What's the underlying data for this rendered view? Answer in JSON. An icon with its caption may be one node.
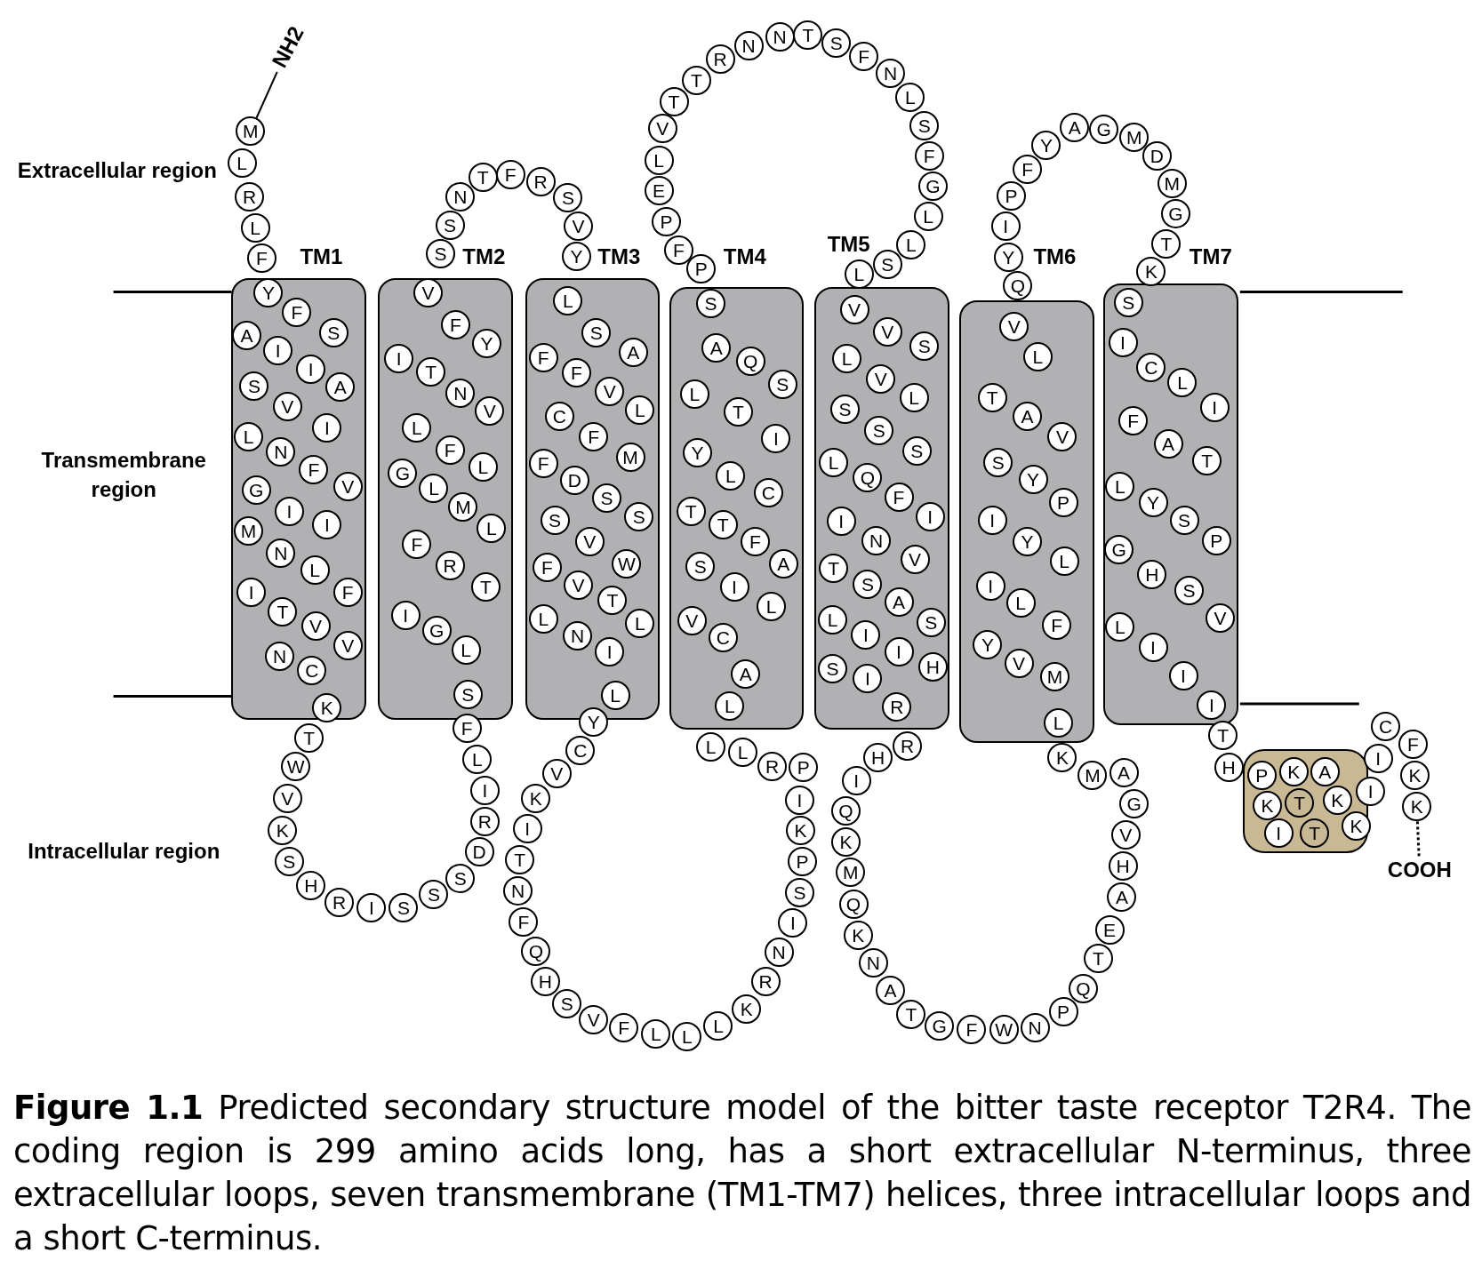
{
  "diagram": {
    "caption": "**Figure 1.1** Predicted secondary structure model of the bitter taste receptor T2R4. The coding region is 299 amino acids long, has a short extracellular N-terminus, three extracellular loops, seven transmembrane (TM1-TM7) helices, three intracellular loops and a short C-terminus.",
    "nodes": [
      {
        "text": [
          "NH2"
        ]
      },
      {
        "text": [
          "M"
        ]
      },
      {
        "text": [
          "L"
        ]
      },
      {
        "text": [
          "R"
        ]
      },
      {
        "text": [
          "L"
        ]
      },
      {
        "text": [
          "F"
        ]
      },
      {
        "text": [
          "TM1"
        ]
      },
      {
        "text": [
          "Y"
        ],
        "in": 6
      },
      {
        "text": [
          "F"
        ],
        "in": 6
      },
      {
        "text": [
          "S"
        ],
        "in": 6
      },
      {
        "text": [
          "A"
        ],
        "in": 6
      },
      {
        "text": [
          "I"
        ],
        "in": 6
      },
      {
        "text": [
          "I"
        ],
        "in": 6
      },
      {
        "text": [
          "A"
        ],
        "in": 6
      },
      {
        "text": [
          "S"
        ],
        "in": 6
      },
      {
        "text": [
          "V"
        ],
        "in": 6
      },
      {
        "text": [
          "I"
        ],
        "in": 6
      },
      {
        "text": [
          "L"
        ],
        "in": 6
      },
      {
        "text": [
          "N"
        ],
        "in": 6
      },
      {
        "text": [
          "F"
        ],
        "in": 6
      },
      {
        "text": [
          "V"
        ],
        "in": 6
      },
      {
        "text": [
          "G"
        ],
        "in": 6
      },
      {
        "text": [
          "I"
        ],
        "in": 6
      },
      {
        "text": [
          "I"
        ],
        "in": 6
      },
      {
        "text": [
          "M"
        ],
        "in": 6
      },
      {
        "text": [
          "N"
        ],
        "in": 6
      },
      {
        "text": [
          "L"
        ],
        "in": 6
      },
      {
        "text": [
          "F"
        ],
        "in": 6
      },
      {
        "text": [
          "I"
        ],
        "in": 6
      },
      {
        "text": [
          "T"
        ],
        "in": 6
      },
      {
        "text": [
          "V"
        ],
        "in": 6
      },
      {
        "text": [
          "V"
        ],
        "in": 6
      },
      {
        "text": [
          "N"
        ],
        "in": 6
      },
      {
        "text": [
          "C"
        ],
        "in": 6
      },
      {
        "text": [
          "K"
        ],
        "in": 6
      },
      {
        "text": [
          "T"
        ]
      },
      {
        "text": [
          "W"
        ]
      },
      {
        "text": [
          "V"
        ]
      },
      {
        "text": [
          "K"
        ]
      },
      {
        "text": [
          "S"
        ]
      },
      {
        "text": [
          "H"
        ]
      },
      {
        "text": [
          "R"
        ]
      },
      {
        "text": [
          "I"
        ]
      },
      {
        "text": [
          "S"
        ]
      },
      {
        "text": [
          "S"
        ]
      },
      {
        "text": [
          "S"
        ]
      },
      {
        "text": [
          "D"
        ]
      },
      {
        "text": [
          "R"
        ]
      },
      {
        "text": [
          "I"
        ]
      },
      {
        "text": [
          "L"
        ]
      },
      {
        "text": [
          "F"
        ]
      },
      {
        "text": [
          "TM2"
        ]
      },
      {
        "text": [
          "S"
        ],
        "in": 51
      },
      {
        "text": [
          "L"
        ],
        "in": 51
      },
      {
        "text": [
          "G"
        ],
        "in": 51
      },
      {
        "text": [
          "I"
        ],
        "in": 51
      },
      {
        "text": [
          "T"
        ],
        "in": 51
      },
      {
        "text": [
          "R"
        ],
        "in": 51
      },
      {
        "text": [
          "F"
        ],
        "in": 51
      },
      {
        "text": [
          "L"
        ],
        "in": 51
      },
      {
        "text": [
          "M"
        ],
        "in": 51
      },
      {
        "text": [
          "L"
        ],
        "in": 51
      },
      {
        "text": [
          "G"
        ],
        "in": 51
      },
      {
        "text": [
          "L"
        ],
        "in": 51
      },
      {
        "text": [
          "F"
        ],
        "in": 51
      },
      {
        "text": [
          "L"
        ],
        "in": 51
      },
      {
        "text": [
          "V"
        ],
        "in": 51
      },
      {
        "text": [
          "N"
        ],
        "in": 51
      },
      {
        "text": [
          "T"
        ],
        "in": 51
      },
      {
        "text": [
          "I"
        ],
        "in": 51
      },
      {
        "text": [
          "Y"
        ],
        "in": 51
      },
      {
        "text": [
          "F"
        ],
        "in": 51
      },
      {
        "text": [
          "V"
        ],
        "in": 51
      },
      {
        "text": [
          "S"
        ]
      },
      {
        "text": [
          "S"
        ]
      },
      {
        "text": [
          "N"
        ]
      },
      {
        "text": [
          "T"
        ]
      },
      {
        "text": [
          "F"
        ]
      },
      {
        "text": [
          "R"
        ]
      },
      {
        "text": [
          "S"
        ]
      },
      {
        "text": [
          "V"
        ]
      },
      {
        "text": [
          "Y"
        ]
      },
      {
        "text": [
          "TM3"
        ]
      },
      {
        "text": [
          "L"
        ],
        "in": 82
      },
      {
        "text": [
          "S"
        ],
        "in": 82
      },
      {
        "text": [
          "A"
        ],
        "in": 82
      },
      {
        "text": [
          "F"
        ],
        "in": 82
      },
      {
        "text": [
          "F"
        ],
        "in": 82
      },
      {
        "text": [
          "V"
        ],
        "in": 82
      },
      {
        "text": [
          "L"
        ],
        "in": 82
      },
      {
        "text": [
          "C"
        ],
        "in": 82
      },
      {
        "text": [
          "F"
        ],
        "in": 82
      },
      {
        "text": [
          "M"
        ],
        "in": 82
      },
      {
        "text": [
          "F"
        ],
        "in": 82
      },
      {
        "text": [
          "D"
        ],
        "in": 82
      },
      {
        "text": [
          "S"
        ],
        "in": 82
      },
      {
        "text": [
          "S"
        ],
        "in": 82
      },
      {
        "text": [
          "S"
        ],
        "in": 82
      },
      {
        "text": [
          "V"
        ],
        "in": 82
      },
      {
        "text": [
          "W"
        ],
        "in": 82
      },
      {
        "text": [
          "F"
        ],
        "in": 82
      },
      {
        "text": [
          "V"
        ],
        "in": 82
      },
      {
        "text": [
          "T"
        ],
        "in": 82
      },
      {
        "text": [
          "L"
        ],
        "in": 82
      },
      {
        "text": [
          "L"
        ],
        "in": 82
      },
      {
        "text": [
          "N"
        ],
        "in": 82
      },
      {
        "text": [
          "I"
        ],
        "in": 82
      },
      {
        "text": [
          "L"
        ],
        "in": 82
      },
      {
        "text": [
          "Y"
        ]
      },
      {
        "text": [
          "C"
        ]
      },
      {
        "text": [
          "V"
        ]
      },
      {
        "text": [
          "K"
        ]
      },
      {
        "text": [
          "I"
        ]
      },
      {
        "text": [
          "T"
        ]
      },
      {
        "text": [
          "N"
        ]
      },
      {
        "text": [
          "F"
        ]
      },
      {
        "text": [
          "Q"
        ]
      },
      {
        "text": [
          "H"
        ]
      },
      {
        "text": [
          "S"
        ]
      },
      {
        "text": [
          "V"
        ]
      },
      {
        "text": [
          "F"
        ]
      },
      {
        "text": [
          "L"
        ]
      },
      {
        "text": [
          "L"
        ]
      },
      {
        "text": [
          "L"
        ]
      },
      {
        "text": [
          "K"
        ]
      },
      {
        "text": [
          "R"
        ]
      },
      {
        "text": [
          "N"
        ]
      },
      {
        "text": [
          "I"
        ]
      },
      {
        "text": [
          "S"
        ]
      },
      {
        "text": [
          "P"
        ]
      },
      {
        "text": [
          "K"
        ]
      },
      {
        "text": [
          "I"
        ]
      },
      {
        "text": [
          "P"
        ]
      },
      {
        "text": [
          "R"
        ]
      },
      {
        "text": [
          "L"
        ]
      },
      {
        "text": [
          "L"
        ]
      },
      {
        "text": [
          "TM4"
        ]
      },
      {
        "text": [
          "L"
        ],
        "in": 136
      },
      {
        "text": [
          "A"
        ],
        "in": 136
      },
      {
        "text": [
          "C"
        ],
        "in": 136
      },
      {
        "text": [
          "V"
        ],
        "in": 136
      },
      {
        "text": [
          "L"
        ],
        "in": 136
      },
      {
        "text": [
          "I"
        ],
        "in": 136
      },
      {
        "text": [
          "S"
        ],
        "in": 136
      },
      {
        "text": [
          "A"
        ],
        "in": 136
      },
      {
        "text": [
          "F"
        ],
        "in": 136
      },
      {
        "text": [
          "T"
        ],
        "in": 136
      },
      {
        "text": [
          "T"
        ],
        "in": 136
      },
      {
        "text": [
          "C"
        ],
        "in": 136
      },
      {
        "text": [
          "L"
        ],
        "in": 136
      },
      {
        "text": [
          "Y"
        ],
        "in": 136
      },
      {
        "text": [
          "I"
        ],
        "in": 136
      },
      {
        "text": [
          "T"
        ],
        "in": 136
      },
      {
        "text": [
          "L"
        ],
        "in": 136
      },
      {
        "text": [
          "S"
        ],
        "in": 136
      },
      {
        "text": [
          "Q"
        ],
        "in": 136
      },
      {
        "text": [
          "A"
        ],
        "in": 136
      },
      {
        "text": [
          "S"
        ],
        "in": 136
      },
      {
        "text": [
          "P"
        ]
      },
      {
        "text": [
          "F"
        ]
      },
      {
        "text": [
          "P"
        ]
      },
      {
        "text": [
          "E"
        ]
      },
      {
        "text": [
          "L"
        ]
      },
      {
        "text": [
          "V"
        ]
      },
      {
        "text": [
          "T"
        ]
      },
      {
        "text": [
          "T"
        ]
      },
      {
        "text": [
          "R"
        ]
      },
      {
        "text": [
          "N"
        ]
      },
      {
        "text": [
          "N"
        ]
      },
      {
        "text": [
          "T"
        ]
      },
      {
        "text": [
          "S"
        ]
      },
      {
        "text": [
          "F"
        ]
      },
      {
        "text": [
          "N"
        ]
      },
      {
        "text": [
          "L"
        ]
      },
      {
        "text": [
          "S"
        ]
      },
      {
        "text": [
          "F"
        ]
      },
      {
        "text": [
          "G"
        ]
      },
      {
        "text": [
          "L"
        ]
      },
      {
        "text": [
          "L"
        ]
      },
      {
        "text": [
          "S"
        ]
      },
      {
        "text": [
          "L"
        ]
      },
      {
        "text": [
          "TM5"
        ]
      },
      {
        "text": [
          "V"
        ],
        "in": 181
      },
      {
        "text": [
          "V"
        ],
        "in": 181
      },
      {
        "text": [
          "S"
        ],
        "in": 181
      },
      {
        "text": [
          "L"
        ],
        "in": 181
      },
      {
        "text": [
          "V"
        ],
        "in": 181
      },
      {
        "text": [
          "L"
        ],
        "in": 181
      },
      {
        "text": [
          "S"
        ],
        "in": 181
      },
      {
        "text": [
          "S"
        ],
        "in": 181
      },
      {
        "text": [
          "S"
        ],
        "in": 181
      },
      {
        "text": [
          "L"
        ],
        "in": 181
      },
      {
        "text": [
          "Q"
        ],
        "in": 181
      },
      {
        "text": [
          "F"
        ],
        "in": 181
      },
      {
        "text": [
          "I"
        ],
        "in": 181
      },
      {
        "text": [
          "I"
        ],
        "in": 181
      },
      {
        "text": [
          "N"
        ],
        "in": 181
      },
      {
        "text": [
          "V"
        ],
        "in": 181
      },
      {
        "text": [
          "T"
        ],
        "in": 181
      },
      {
        "text": [
          "S"
        ],
        "in": 181
      },
      {
        "text": [
          "A"
        ],
        "in": 181
      },
      {
        "text": [
          "S"
        ],
        "in": 181
      },
      {
        "text": [
          "L"
        ],
        "in": 181
      },
      {
        "text": [
          "I"
        ],
        "in": 181
      },
      {
        "text": [
          "I"
        ],
        "in": 181
      },
      {
        "text": [
          "H"
        ],
        "in": 181
      },
      {
        "text": [
          "S"
        ],
        "in": 181
      },
      {
        "text": [
          "I"
        ],
        "in": 181
      },
      {
        "text": [
          "R"
        ],
        "in": 181
      },
      {
        "text": [
          "R"
        ]
      },
      {
        "text": [
          "H"
        ]
      },
      {
        "text": [
          "I"
        ]
      },
      {
        "text": [
          "Q"
        ]
      },
      {
        "text": [
          "K"
        ]
      },
      {
        "text": [
          "M"
        ]
      },
      {
        "text": [
          "Q"
        ]
      },
      {
        "text": [
          "K"
        ]
      },
      {
        "text": [
          "N"
        ]
      },
      {
        "text": [
          "A"
        ]
      },
      {
        "text": [
          "T"
        ]
      },
      {
        "text": [
          "G"
        ]
      },
      {
        "text": [
          "F"
        ]
      },
      {
        "text": [
          "W"
        ]
      },
      {
        "text": [
          "N"
        ]
      },
      {
        "text": [
          "P"
        ]
      },
      {
        "text": [
          "Q"
        ]
      },
      {
        "text": [
          "T"
        ]
      },
      {
        "text": [
          "E"
        ]
      },
      {
        "text": [
          "A"
        ]
      },
      {
        "text": [
          "H"
        ]
      },
      {
        "text": [
          "V"
        ]
      },
      {
        "text": [
          "G"
        ]
      },
      {
        "text": [
          "A"
        ]
      },
      {
        "text": [
          "M"
        ]
      },
      {
        "text": [
          "K"
        ]
      },
      {
        "text": [
          "TM6"
        ]
      },
      {
        "text": [
          "L"
        ],
        "in": 235
      },
      {
        "text": [
          "M"
        ],
        "in": 235
      },
      {
        "text": [
          "V"
        ],
        "in": 235
      },
      {
        "text": [
          "Y"
        ],
        "in": 235
      },
      {
        "text": [
          "F"
        ],
        "in": 235
      },
      {
        "text": [
          "L"
        ],
        "in": 235
      },
      {
        "text": [
          "I"
        ],
        "in": 235
      },
      {
        "text": [
          "L"
        ],
        "in": 235
      },
      {
        "text": [
          "Y"
        ],
        "in": 235
      },
      {
        "text": [
          "I"
        ],
        "in": 235
      },
      {
        "text": [
          "P"
        ],
        "in": 235
      },
      {
        "text": [
          "Y"
        ],
        "in": 235
      },
      {
        "text": [
          "S"
        ],
        "in": 235
      },
      {
        "text": [
          "V"
        ],
        "in": 235
      },
      {
        "text": [
          "A"
        ],
        "in": 235
      },
      {
        "text": [
          "T"
        ],
        "in": 235
      },
      {
        "text": [
          "L"
        ],
        "in": 235
      },
      {
        "text": [
          "V"
        ],
        "in": 235
      },
      {
        "text": [
          "Q"
        ]
      },
      {
        "text": [
          "Y"
        ]
      },
      {
        "text": [
          "I"
        ]
      },
      {
        "text": [
          "P"
        ]
      },
      {
        "text": [
          "F"
        ]
      },
      {
        "text": [
          "Y"
        ]
      },
      {
        "text": [
          "A"
        ]
      },
      {
        "text": [
          "G"
        ]
      },
      {
        "text": [
          "M"
        ]
      },
      {
        "text": [
          "D"
        ]
      },
      {
        "text": [
          "M"
        ]
      },
      {
        "text": [
          "G"
        ]
      },
      {
        "text": [
          "T"
        ]
      },
      {
        "text": [
          "K"
        ]
      },
      {
        "text": [
          "TM7"
        ]
      },
      {
        "text": [
          "S"
        ],
        "in": 268
      },
      {
        "text": [
          "I"
        ],
        "in": 268
      },
      {
        "text": [
          "C"
        ],
        "in": 268
      },
      {
        "text": [
          "L"
        ],
        "in": 268
      },
      {
        "text": [
          "I"
        ],
        "in": 268
      },
      {
        "text": [
          "F"
        ],
        "in": 268
      },
      {
        "text": [
          "A"
        ],
        "in": 268
      },
      {
        "text": [
          "T"
        ],
        "in": 268
      },
      {
        "text": [
          "L"
        ],
        "in": 268
      },
      {
        "text": [
          "Y"
        ],
        "in": 268
      },
      {
        "text": [
          "S"
        ],
        "in": 268
      },
      {
        "text": [
          "P"
        ],
        "in": 268
      },
      {
        "text": [
          "G"
        ],
        "in": 268
      },
      {
        "text": [
          "H"
        ],
        "in": 268
      },
      {
        "text": [
          "S"
        ],
        "in": 268
      },
      {
        "text": [
          "V"
        ],
        "in": 268
      },
      {
        "text": [
          "L"
        ],
        "in": 268
      },
      {
        "text": [
          "I"
        ],
        "in": 268
      },
      {
        "text": [
          "I"
        ],
        "in": 268
      },
      {
        "text": [
          "I"
        ],
        "in": 268
      },
      {
        "text": [
          "T"
        ]
      },
      {
        "text": [
          "H"
        ]
      },
      {
        "text": [],
        "shape": "box"
      },
      {
        "text": [
          "P"
        ],
        "in": 291
      },
      {
        "text": [
          "K"
        ],
        "in": 291
      },
      {
        "text": [
          "A"
        ],
        "in": 291
      },
      {
        "text": [
          "K"
        ],
        "in": 291
      },
      {
        "text": [
          "T"
        ],
        "in": 291
      },
      {
        "text": [
          "K"
        ],
        "in": 291
      },
      {
        "text": [
          "I"
        ],
        "in": 291
      },
      {
        "text": [
          "T"
        ],
        "in": 291
      },
      {
        "text": [
          "K"
        ],
        "in": 291
      },
      {
        "text": [
          "I"
        ]
      },
      {
        "text": [
          "I"
        ]
      },
      {
        "text": [
          "C"
        ]
      },
      {
        "text": [
          "F"
        ]
      },
      {
        "text": [
          "K"
        ]
      },
      {
        "text": [
          "K"
        ]
      },
      {
        "text": [
          "COOH"
        ]
      }
    ],
    "edges": [
      {
        "from": 0,
        "to": 1,
        "arrow": "none"
      },
      {
        "from": 306,
        "to": 307,
        "arrow": "none",
        "style": "dashed"
      }
    ],
    "labels": [
      "Extracellular region",
      "Transmembrane region",
      "Intracellular region"
    ]
  }
}
